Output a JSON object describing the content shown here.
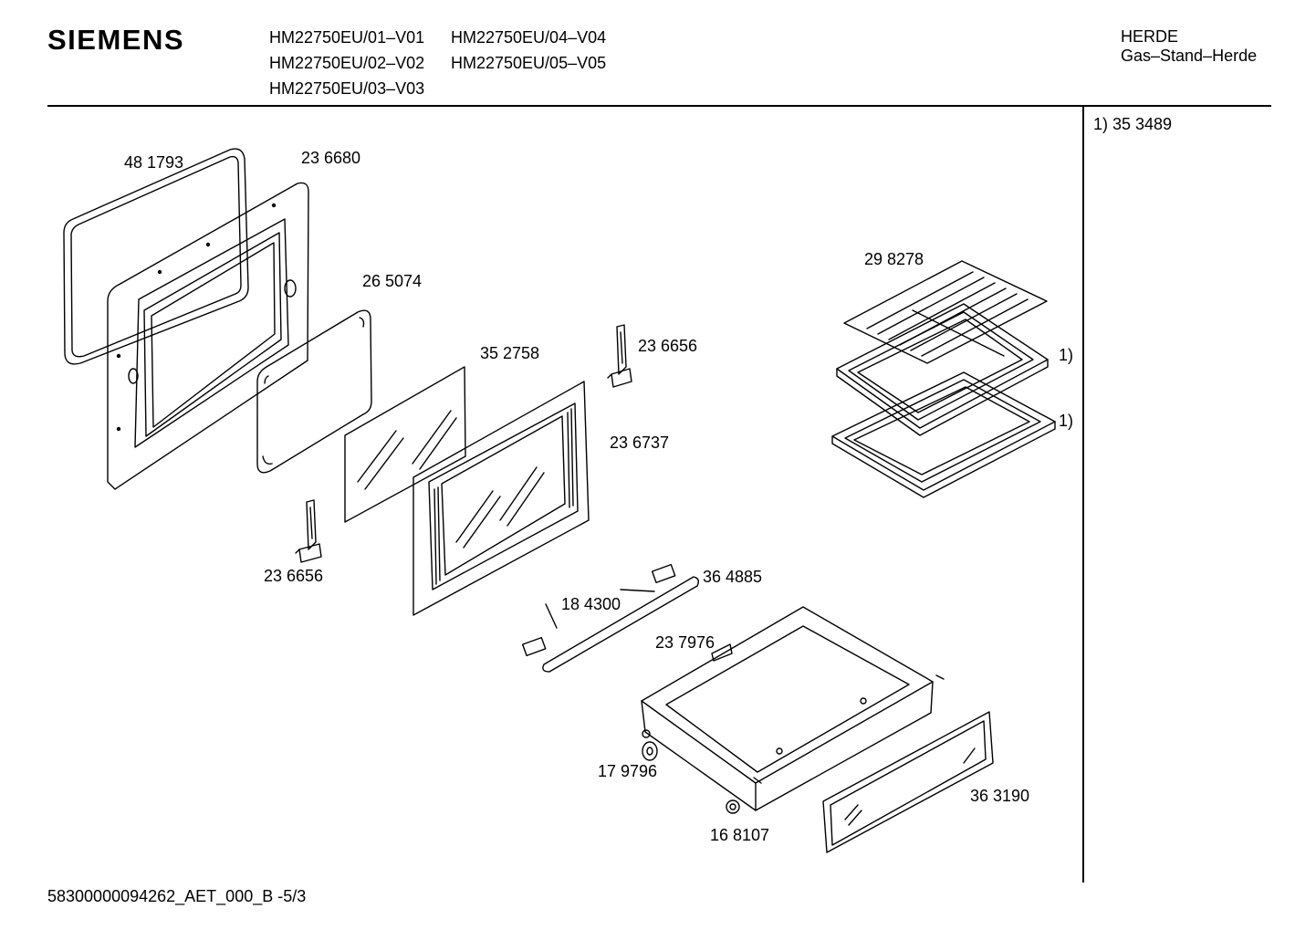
{
  "header": {
    "brand": "SIEMENS",
    "models": [
      "HM22750EU/01–V01",
      "HM22750EU/04–V04",
      "HM22750EU/02–V02",
      "HM22750EU/05–V05",
      "HM22750EU/03–V03"
    ],
    "category": "HERDE",
    "subcategory": "Gas–Stand–Herde"
  },
  "side_note": "1) 35 3489",
  "parts": [
    {
      "id": "481793",
      "label": "48 1793"
    },
    {
      "id": "236680",
      "label": "23 6680"
    },
    {
      "id": "265074",
      "label": "26 5074"
    },
    {
      "id": "352758",
      "label": "35 2758"
    },
    {
      "id": "236656a",
      "label": "23 6656"
    },
    {
      "id": "236737",
      "label": "23 6737"
    },
    {
      "id": "236656b",
      "label": "23 6656"
    },
    {
      "id": "298278",
      "label": "29 8278"
    },
    {
      "id": "364885",
      "label": "36 4885"
    },
    {
      "id": "184300",
      "label": "18 4300"
    },
    {
      "id": "237976",
      "label": "23 7976"
    },
    {
      "id": "179796",
      "label": "17 9796"
    },
    {
      "id": "363190",
      "label": "36 3190"
    },
    {
      "id": "168107",
      "label": "16 8107"
    }
  ],
  "footnote_marks": [
    "1)",
    "1)"
  ],
  "footer": "58300000094262_AET_000_B -5/3"
}
